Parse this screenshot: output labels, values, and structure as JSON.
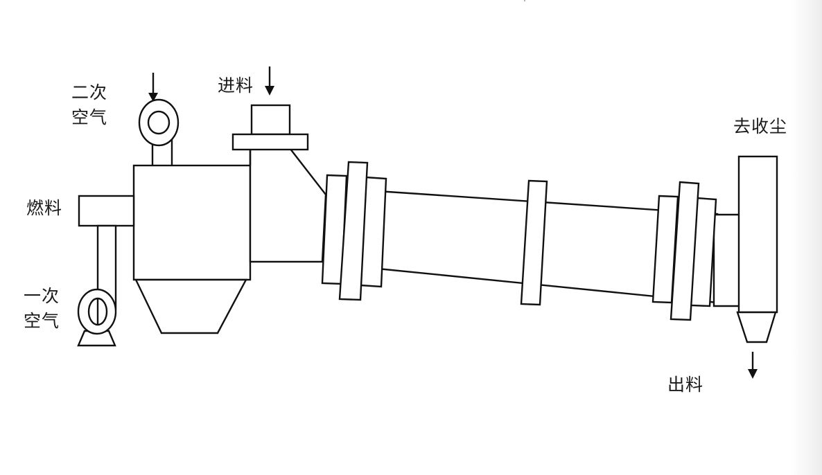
{
  "diagram": {
    "type": "process-flow",
    "subject": "rotary dryer / kiln system",
    "labels": {
      "secondary_air_line1": "二次",
      "secondary_air_line2": "空气",
      "feed_in": "进料",
      "fuel": "燃料",
      "primary_air_line1": "一次",
      "primary_air_line2": "空气",
      "to_dust_collection": "去收尘",
      "discharge": "出料"
    },
    "components": [
      "secondary-air-fan",
      "combustion-chamber",
      "ash-hopper",
      "fuel-burner",
      "primary-air-fan",
      "feed-chute",
      "rotary-drum",
      "riding-ring-inlet",
      "riding-ring-middle",
      "riding-ring-outlet",
      "discharge-hood"
    ],
    "colors": {
      "stroke": "#111111",
      "background": "#ffffff"
    }
  }
}
